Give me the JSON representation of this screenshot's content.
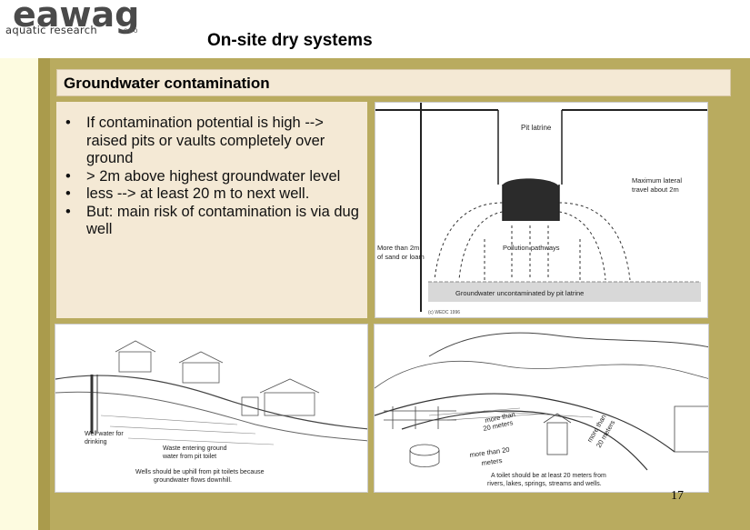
{
  "logo": {
    "word": "eawag",
    "subtitle": "aquatic research",
    "dots": "ooo"
  },
  "slide_title": "On-site dry systems",
  "section_title": "Groundwater contamination",
  "bullets": [
    "If contamination potential is high --> raised pits or vaults completely over ground",
    "> 2m above highest groundwater level",
    "less --> at least 20 m to next well.",
    "But: main risk of contamination is via dug well"
  ],
  "bullet_glyph": "•",
  "diagram": {
    "pit_label": "Pit latrine",
    "lateral_label_1": "Maximum lateral",
    "lateral_label_2": "travel about 2m",
    "sand_label_1": "More than 2m",
    "sand_label_2": "of sand or loam",
    "pathways_label": "Pollution pathways",
    "groundwater_label": "Groundwater  uncontaminated by pit latrine",
    "credit": "(c) WEDC 1996"
  },
  "sketch_left": {
    "well_label_1": "Well water for",
    "well_label_2": "drinking",
    "waste_label_1": "Waste entering ground",
    "waste_label_2": "water from pit toilet",
    "caption_1": "Wells should be uphill from pit toilets because",
    "caption_2": "groundwater flows downhill."
  },
  "sketch_right": {
    "dist_1a": "more than",
    "dist_1b": "20 meters",
    "dist_2a": "more than 20",
    "dist_2b": "meters",
    "dist_3a": "more than",
    "dist_3b": "20 meters",
    "caption_1": "A toilet should be at least 20 meters from",
    "caption_2": "rivers, lakes, springs, streams and wells."
  },
  "page_number": "17"
}
